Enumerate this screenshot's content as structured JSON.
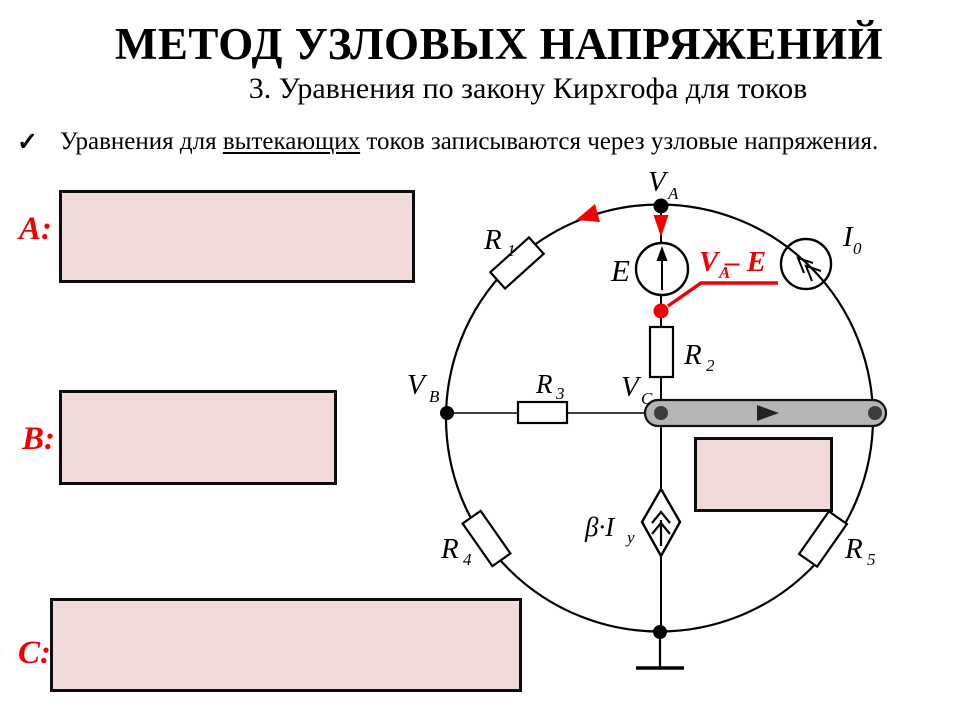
{
  "slide": {
    "title": "МЕТОД УЗЛОВЫХ НАПРЯЖЕНИЙ",
    "subtitle": "3. Уравнения по закону Кирхгофа для токов",
    "bullet": {
      "check": "✓",
      "pre": "Уравнения для ",
      "underlined": "вытекающих",
      "post": " токов записываются через узловые напряжения."
    }
  },
  "boxes": [
    {
      "label": "A:"
    },
    {
      "label": "B:"
    },
    {
      "label": "C:"
    }
  ],
  "circuit": {
    "labels": {
      "va": {
        "main": "V",
        "sub": "A"
      },
      "vb": {
        "main": "V",
        "sub": "B"
      },
      "vc": {
        "main": "V",
        "sub": "C"
      },
      "e": {
        "main": "E"
      },
      "i0": {
        "main": "I",
        "sub": "0"
      },
      "r1": {
        "main": "R",
        "sub": "1"
      },
      "r2": {
        "main": "R",
        "sub": "2"
      },
      "r3": {
        "main": "R",
        "sub": "3"
      },
      "r4": {
        "main": "R",
        "sub": "4"
      },
      "r5": {
        "main": "R",
        "sub": "5"
      },
      "beta": {
        "main": "β·I",
        "sub": "у"
      }
    },
    "annotation": {
      "main": "V",
      "sub": "A",
      "rest": " – E"
    }
  },
  "colors": {
    "accent_red": "#f20000",
    "box_fill": "#f0dada",
    "capsule_gray": "#b5b5b5"
  }
}
